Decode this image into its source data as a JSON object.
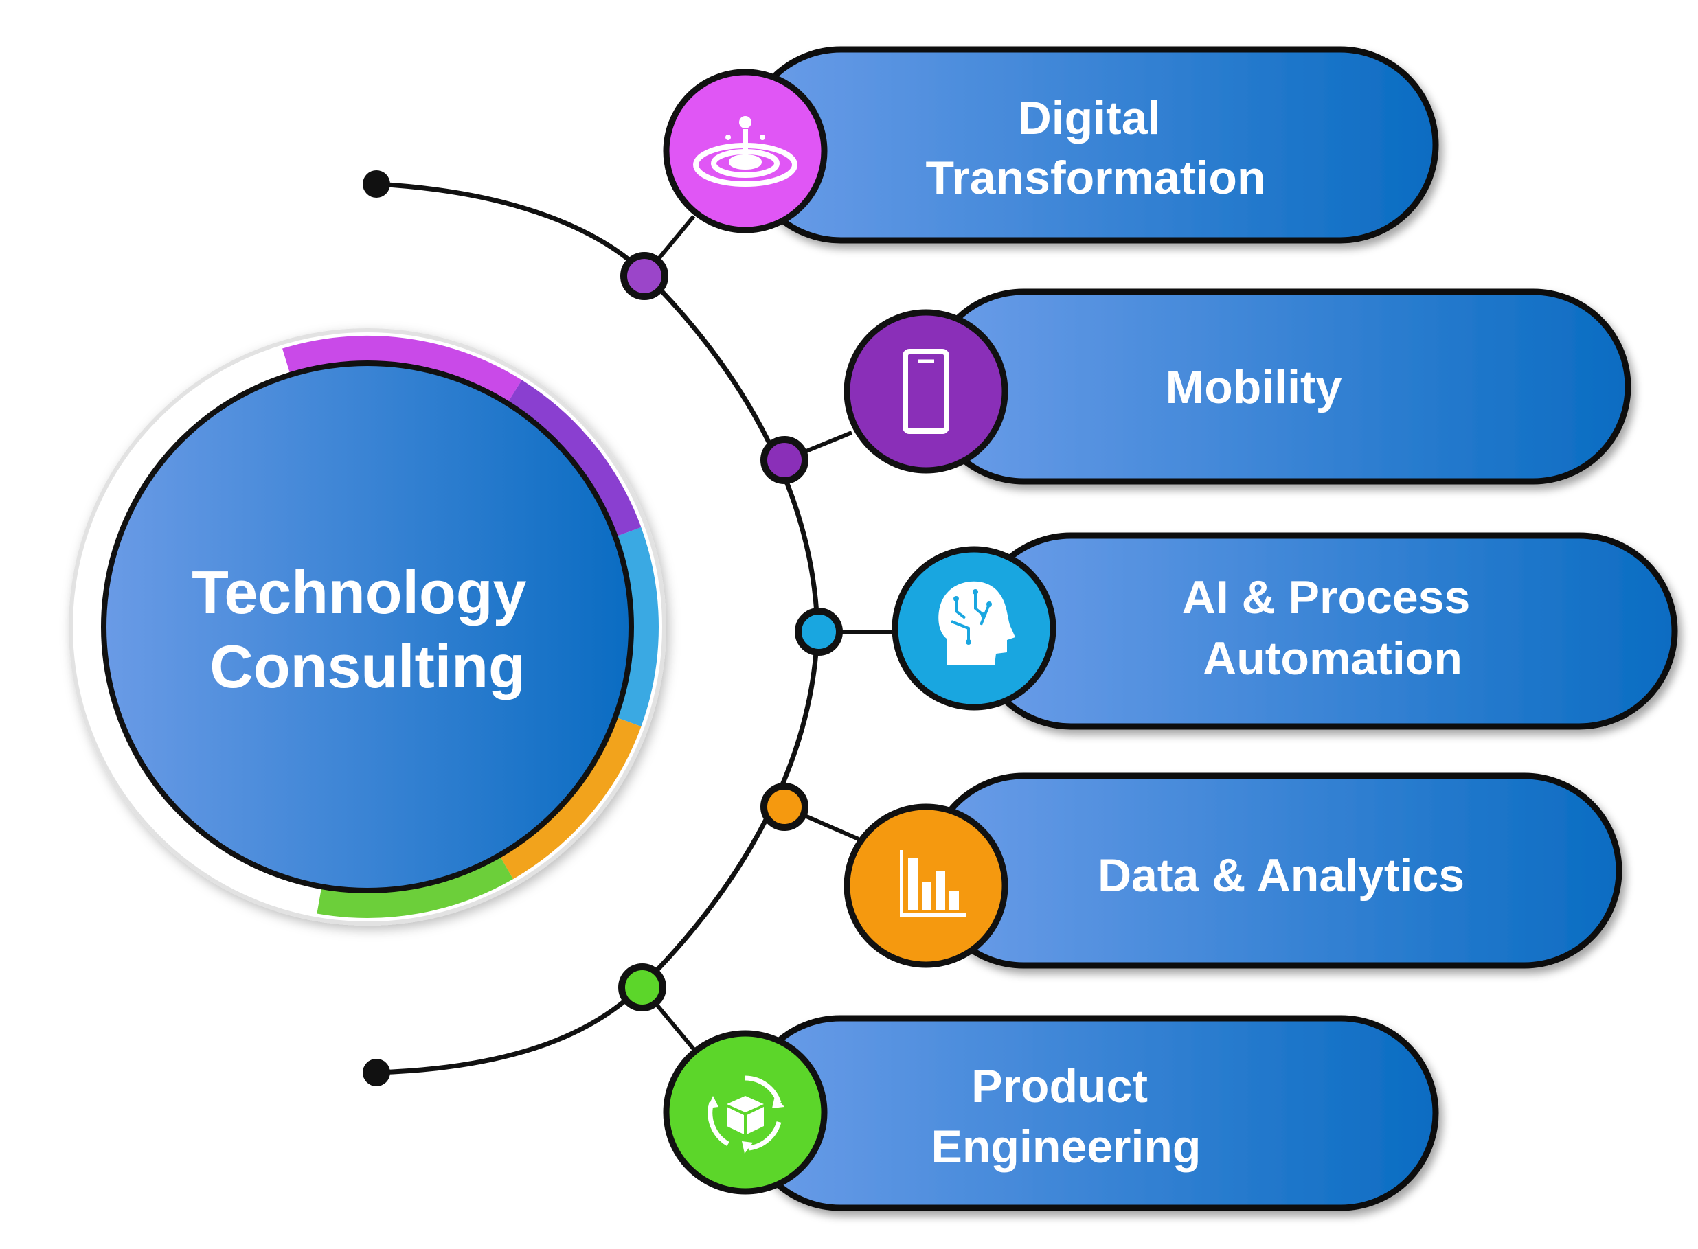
{
  "center": {
    "title_lines": [
      "Technology",
      "Consulting"
    ],
    "ring_colors": [
      "#c94ae8",
      "#8a3fd0",
      "#3aa9e3",
      "#f2a31c",
      "#6ccf3a"
    ]
  },
  "items": [
    {
      "label_lines": [
        "Digital",
        "Transformation"
      ],
      "icon": "water-drop-ripple-icon",
      "color": "#e056f5"
    },
    {
      "label_lines": [
        "Mobility"
      ],
      "icon": "smartphone-icon",
      "color": "#8a2fb8"
    },
    {
      "label_lines": [
        "AI & Process",
        "Automation"
      ],
      "icon": "ai-head-circuit-icon",
      "color": "#19a6e0"
    },
    {
      "label_lines": [
        "Data & Analytics"
      ],
      "icon": "bar-chart-icon",
      "color": "#f5990f"
    },
    {
      "label_lines": [
        "Product",
        "Engineering"
      ],
      "icon": "package-cycle-icon",
      "color": "#5cd62a"
    }
  ],
  "theme": {
    "pill_gradient": [
      "#6a9be8",
      "#0a6ec4"
    ],
    "line_color": "#111111"
  }
}
